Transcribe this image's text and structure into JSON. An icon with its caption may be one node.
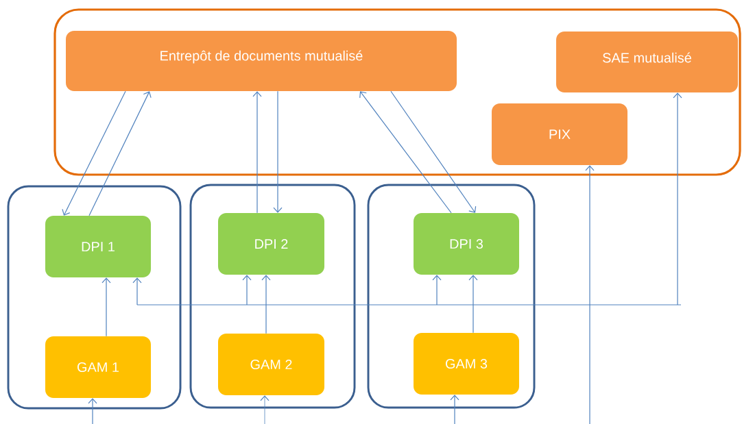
{
  "diagram": {
    "nodes": [
      {
        "text": [],
        "shape": "box"
      },
      {
        "text": [
          "Entrepôt de documents mutualisé"
        ],
        "in": 0
      },
      {
        "text": [
          "SAE mutualisé"
        ],
        "in": 0
      },
      {
        "text": [
          "PIX"
        ],
        "in": 0
      },
      {
        "text": [],
        "shape": "box"
      },
      {
        "text": [
          "DPI 1"
        ],
        "in": 4
      },
      {
        "text": [
          "GAM 1"
        ],
        "in": 4
      },
      {
        "text": [],
        "shape": "box"
      },
      {
        "text": [
          "DPI 2"
        ],
        "in": 7
      },
      {
        "text": [
          "GAM 2"
        ],
        "in": 7
      },
      {
        "text": [],
        "shape": "box"
      },
      {
        "text": [
          "DPI 3"
        ],
        "in": 10
      },
      {
        "text": [
          "GAM 3"
        ],
        "in": 10
      }
    ],
    "edges": [
      {
        "from": 1,
        "to": 5,
        "arrow": "to"
      },
      {
        "from": 5,
        "to": 1,
        "arrow": "to"
      },
      {
        "from": 8,
        "to": 1,
        "arrow": "to"
      },
      {
        "from": 1,
        "to": 8,
        "arrow": "to"
      },
      {
        "from": 11,
        "to": 1,
        "arrow": "to"
      },
      {
        "from": 1,
        "to": 11,
        "arrow": "to"
      },
      {
        "from": 6,
        "to": 5,
        "arrow": "to"
      },
      {
        "from": 9,
        "to": 8,
        "arrow": "to"
      },
      {
        "from": 12,
        "to": 11,
        "arrow": "to"
      },
      {
        "from": null,
        "to": 6,
        "arrow": "to"
      },
      {
        "from": null,
        "to": 9,
        "arrow": "to"
      },
      {
        "from": null,
        "to": 12,
        "arrow": "to"
      },
      {
        "from": null,
        "to": 3,
        "arrow": "to"
      },
      {
        "from": null,
        "to": 5,
        "arrow": "to"
      },
      {
        "from": null,
        "to": 8,
        "arrow": "to"
      },
      {
        "from": null,
        "to": 11,
        "arrow": "to"
      },
      {
        "from": null,
        "to": 2,
        "arrow": "to"
      }
    ]
  }
}
